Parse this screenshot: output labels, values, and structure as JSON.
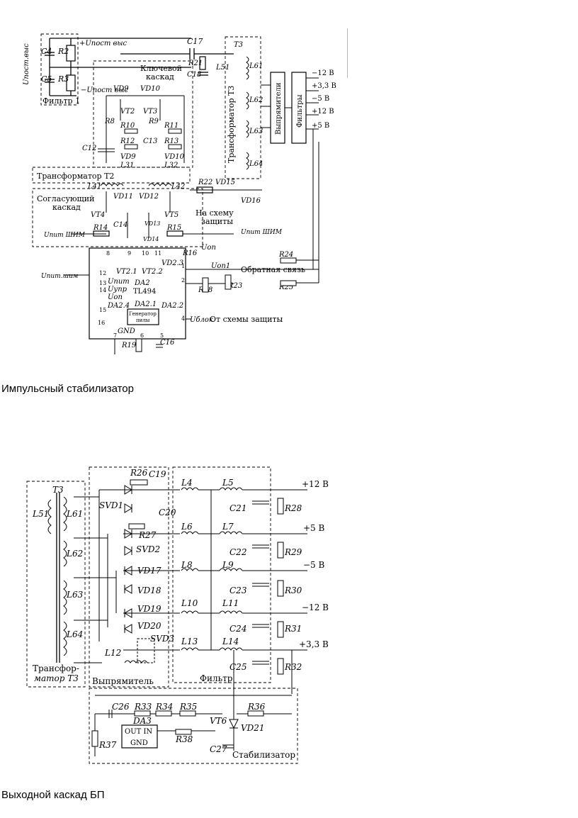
{
  "figure1": {
    "caption": "Импульсный стабилизатор",
    "blocks": {
      "filter": "Фильтр 1",
      "key_stage_1": "Ключевой",
      "key_stage_2": "каскад",
      "transformer_t3": "Трансформатор Т3",
      "rectifiers": "Выпрямители",
      "filters": "Фильтры",
      "transformer_t2": "Трансформатор Т2",
      "matching_1": "Согласующий",
      "matching_2": "каскад",
      "protection_1": "На схему",
      "protection_2": "защиты",
      "feedback": "Обратная связь",
      "from_protection": "От схемы защиты",
      "chip": "DA2",
      "chip_part": "TL494",
      "generator_1": "Генератор",
      "generator_2": "пилы",
      "gnd": "GND"
    },
    "signals": {
      "u_vys": "Uпост.выс",
      "u_plus": "+Uпост выс",
      "u_minus": "−Uпост выс",
      "u_pit_shim": "Uпит ШИМ",
      "u_pit_shim2": "Uпит ШИМ",
      "u_pit_shim3": "Uпит.шим",
      "u_op": "Uоп",
      "u_op1": "Uоп1",
      "u_blok": "Uблок",
      "u_pit": "Uпит",
      "u_upr": "Uупр",
      "u_op_in": "Uоп"
    },
    "outputs": [
      "−12 В",
      "+3,3 В",
      "−5 В",
      "+12 В",
      "+5 В"
    ],
    "parts": {
      "c17": "C17",
      "r2": "R2",
      "r3": "R3",
      "c4": "C4",
      "c5": "C5",
      "r21": "R21",
      "c18": "C18",
      "l51": "L51",
      "t3": "T3",
      "l61": "L61",
      "l62": "L62",
      "l63": "L63",
      "l64": "L64",
      "vd9": "VD9",
      "vd10": "VD10",
      "vt2": "VT2",
      "vt3": "VT3",
      "r8": "R8",
      "r9": "R9",
      "r10": "R10",
      "r11": "R11",
      "r12": "R12",
      "r13": "R13",
      "c12": "C12",
      "c13": "C13",
      "vd9b": "VD9",
      "vd10b": "VD10",
      "l31": "L31",
      "l32": "L32",
      "l41": "L41",
      "l42": "L42",
      "r22": "R22",
      "vd15": "VD15",
      "vd16": "VD16",
      "vd11": "VD11",
      "vd12": "VD12",
      "vt4": "VT4",
      "vt5": "VT5",
      "c14": "C14",
      "vd13": "VD13",
      "vd14": "VD14",
      "r14": "R14",
      "r15": "R15",
      "r16": "R16",
      "r18": "R18",
      "r23": "R23",
      "r24": "R24",
      "r25": "R25",
      "vt21": "VT2.1",
      "vt22": "VT2.2",
      "vd23": "VD2.3",
      "da24": "DA2.4",
      "da21": "DA2.1",
      "da22": "DA2.2",
      "r19": "R19",
      "c16": "C16"
    },
    "pins": [
      "8",
      "9",
      "10",
      "11",
      "12",
      "13",
      "14",
      "15",
      "16",
      "7",
      "6",
      "5",
      "1",
      "2",
      "4"
    ]
  },
  "figure2": {
    "caption": "Выходной каскад БП",
    "blocks": {
      "transformer_1": "Трансфор-",
      "transformer_2": "матор Т3",
      "rectifier": "Выпрямитель",
      "filter": "Фильтр",
      "stabilizer": "Стабилизатор",
      "ic_out_in": "OUT IN",
      "ic_gnd": "GND"
    },
    "outputs": [
      "+12 В",
      "+5 В",
      "−5 В",
      "−12 В",
      "+3,3 В"
    ],
    "parts": {
      "t3": "T3",
      "l51": "L51",
      "l61": "L61",
      "l62": "L62",
      "l63": "L63",
      "l64": "L64",
      "r26": "R26",
      "c19": "C19",
      "svd1": "SVD1",
      "c20": "C20",
      "r27": "R27",
      "svd2": "SVD2",
      "vd17": "VD17",
      "vd18": "VD18",
      "vd19": "VD19",
      "vd20": "VD20",
      "svd3": "SVD3",
      "l12": "L12",
      "l4": "L4",
      "l5": "L5",
      "l6": "L6",
      "l7": "L7",
      "l8": "L8",
      "l9": "L9",
      "l10": "L10",
      "l11": "L11",
      "l13": "L13",
      "l14": "L14",
      "c21": "C21",
      "c22": "C22",
      "c23": "C23",
      "c24": "C24",
      "c25": "C25",
      "r28": "R28",
      "r29": "R29",
      "r30": "R30",
      "r31": "R31",
      "r32": "R32",
      "c26": "C26",
      "r33": "R33",
      "r34": "R34",
      "r35": "R35",
      "r36": "R36",
      "da3": "DA3",
      "vt6": "VT6",
      "vd21": "VD21",
      "r37": "R37",
      "r38": "R38",
      "c27": "C27"
    }
  }
}
